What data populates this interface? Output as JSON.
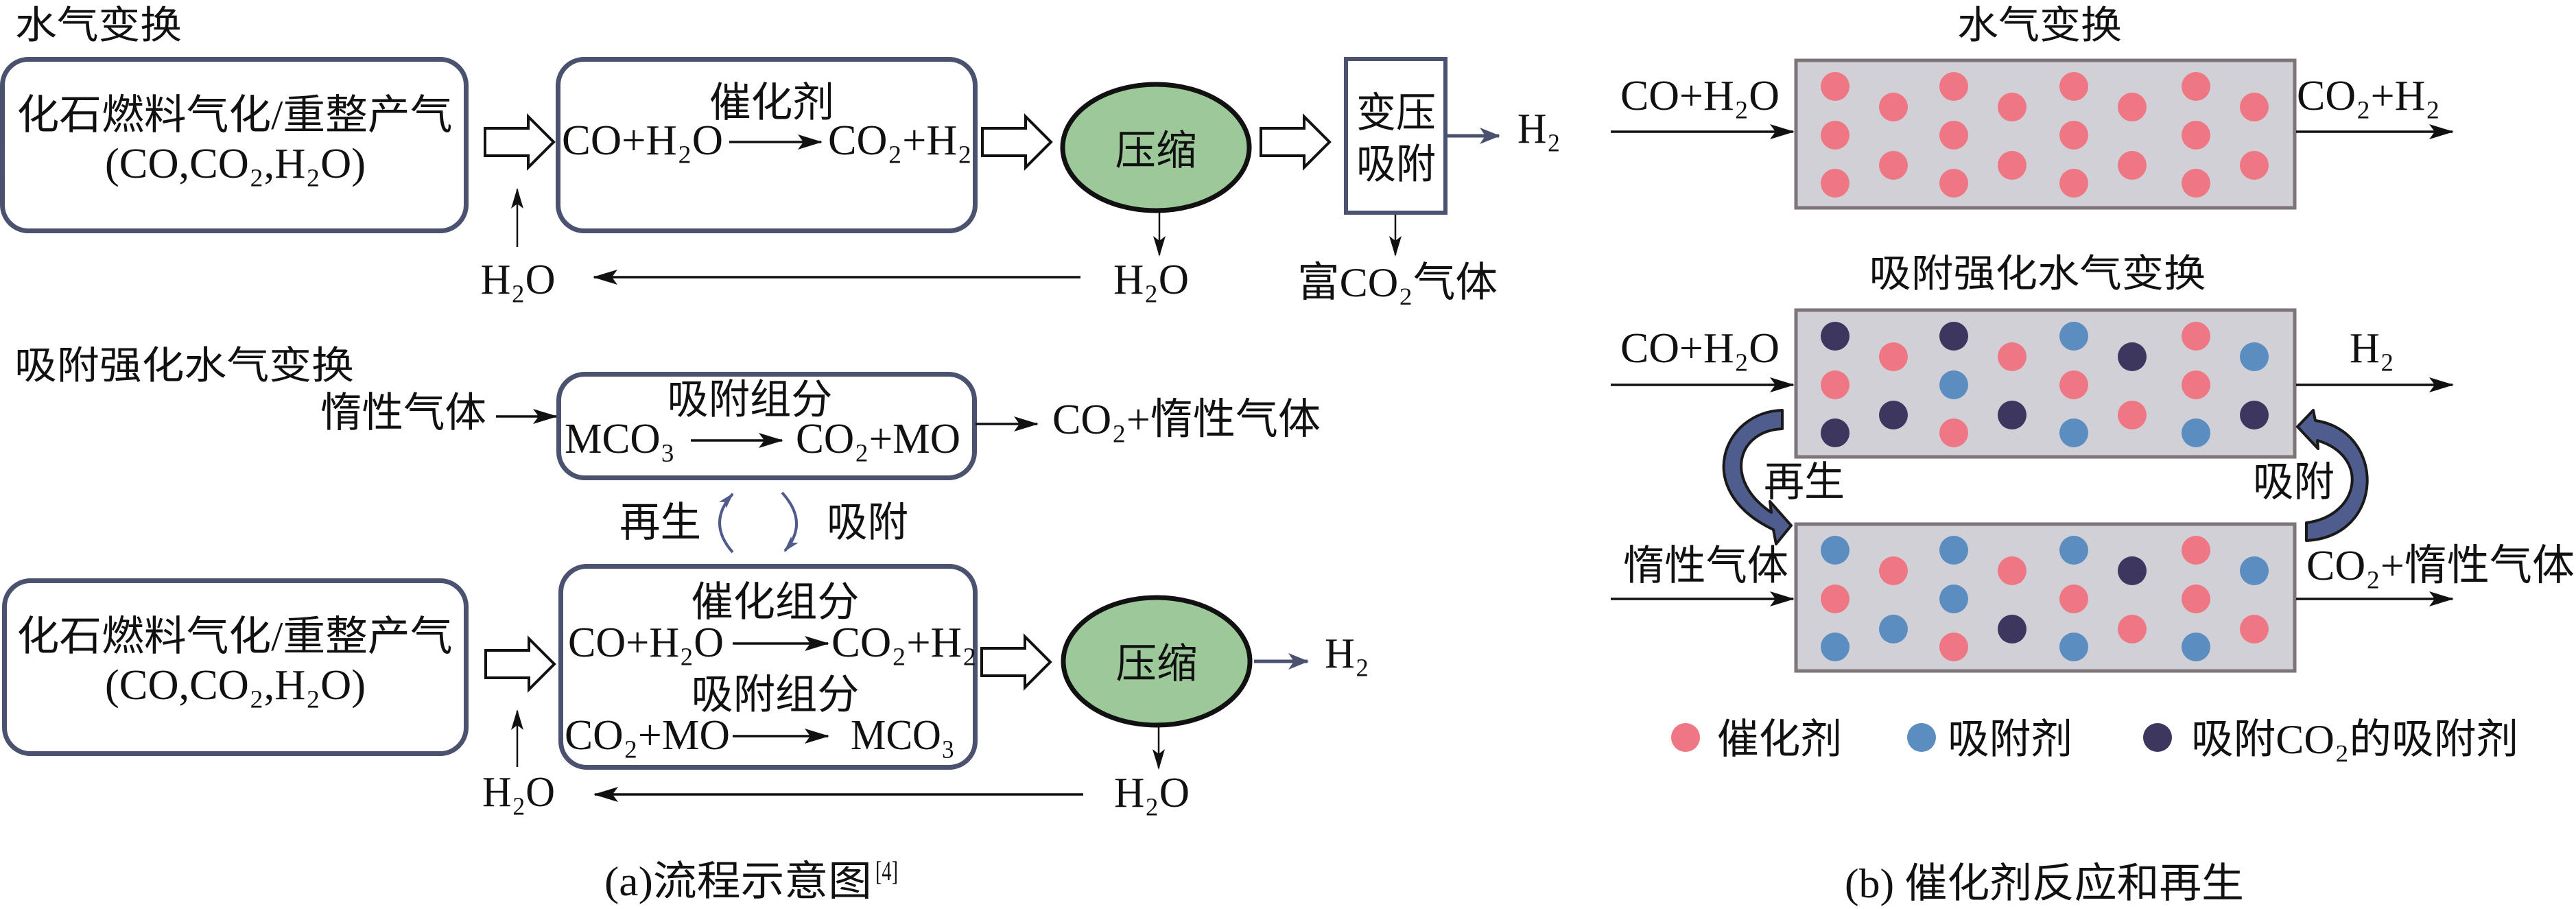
{
  "figure": {
    "panel_a": {
      "caption": "(a)流程示意图",
      "caption_ref": "[4]",
      "wgs": {
        "title": "水气变换",
        "feed_box": {
          "line1": "化石燃料气化/重整产气",
          "line2": "(CO,CO₂,H₂O)"
        },
        "steam_in": "H₂O",
        "shift_box": {
          "label": "催化剂",
          "reactants": "CO+H₂O",
          "products": "CO₂+H₂"
        },
        "compressor": {
          "label": "压缩",
          "water_out": "H₂O"
        },
        "psa": {
          "line1": "变压",
          "line2": "吸附",
          "product": "H₂",
          "offgas": "富CO₂气体"
        }
      },
      "sewgs": {
        "title": "吸附强化水气变换",
        "regen_box": {
          "inlet": "惰性气体",
          "label": "吸附组分",
          "reactants": "MCO₃",
          "products": "CO₂+MO",
          "outlet": "CO₂+惰性气体"
        },
        "cycle": {
          "regenerate": "再生",
          "adsorb": "吸附"
        },
        "feed_box": {
          "line1": "化石燃料气化/重整产气",
          "line2": "(CO,CO₂,H₂O)"
        },
        "steam_in": "H₂O",
        "reactor_box": {
          "catalyst_label": "催化组分",
          "catalyst_reactants": "CO+H₂O",
          "catalyst_products": "CO₂+H₂",
          "sorbent_label": "吸附组分",
          "sorbent_reactants": "CO₂+MO",
          "sorbent_products": "MCO₃"
        },
        "compressor": {
          "label": "压缩",
          "product": "H₂",
          "water_out": "H₂O"
        }
      },
      "compressor_fill": "#9dc89a"
    },
    "panel_b": {
      "caption": "(b) 催化剂反应和再生",
      "wgs": {
        "title": "水气变换",
        "inlet": "CO+H₂O",
        "outlet": "CO₂+H₂",
        "particles": [
          [
            "catalyst",
            "catalyst",
            "catalyst"
          ],
          [
            "catalyst",
            "catalyst"
          ],
          [
            "catalyst",
            "catalyst",
            "catalyst"
          ],
          [
            "catalyst",
            "catalyst"
          ],
          [
            "catalyst",
            "catalyst",
            "catalyst"
          ],
          [
            "catalyst",
            "catalyst"
          ],
          [
            "catalyst",
            "catalyst",
            "catalyst"
          ],
          [
            "catalyst",
            "catalyst"
          ]
        ]
      },
      "sewgs": {
        "title": "吸附强化水气变换",
        "reaction_bed": {
          "inlet": "CO+H₂O",
          "outlet": "H₂",
          "particles": [
            [
              "sorbent_co2",
              "catalyst",
              "sorbent_co2"
            ],
            [
              "catalyst",
              "sorbent_co2"
            ],
            [
              "sorbent_co2",
              "sorbent",
              "catalyst"
            ],
            [
              "catalyst",
              "sorbent_co2"
            ],
            [
              "sorbent",
              "catalyst",
              "sorbent"
            ],
            [
              "sorbent_co2",
              "catalyst"
            ],
            [
              "catalyst",
              "catalyst",
              "sorbent"
            ],
            [
              "sorbent",
              "sorbent_co2"
            ]
          ]
        },
        "regeneration_bed": {
          "inlet": "惰性气体",
          "outlet": "CO₂+惰性气体",
          "particles": [
            [
              "sorbent",
              "catalyst",
              "sorbent"
            ],
            [
              "catalyst",
              "sorbent"
            ],
            [
              "sorbent",
              "sorbent",
              "catalyst"
            ],
            [
              "catalyst",
              "sorbent_co2"
            ],
            [
              "sorbent",
              "catalyst",
              "sorbent"
            ],
            [
              "sorbent_co2",
              "catalyst"
            ],
            [
              "catalyst",
              "catalyst",
              "sorbent"
            ],
            [
              "sorbent",
              "catalyst"
            ]
          ]
        },
        "regenerate_label": "再生",
        "adsorb_label": "吸附"
      },
      "legend": [
        {
          "key": "catalyst",
          "label": "催化剂",
          "color": "#ef7783"
        },
        {
          "key": "sorbent",
          "label": "吸附剂",
          "color": "#5b8dc0"
        },
        {
          "key": "sorbent_co2",
          "label": "吸附CO₂的吸附剂",
          "color": "#3d3760"
        }
      ]
    }
  }
}
